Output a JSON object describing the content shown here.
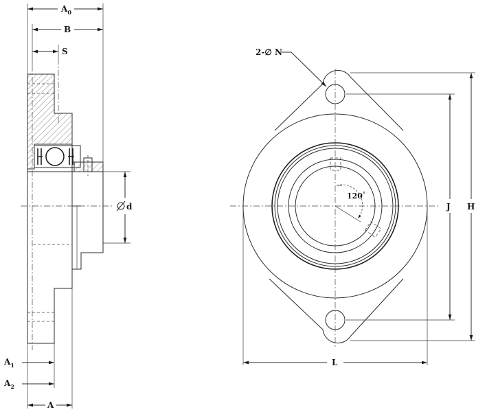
{
  "labels": {
    "A0_main": "A",
    "A0_sub": "0",
    "B": "B",
    "S": "S",
    "A1_main": "A",
    "A1_sub": "1",
    "A2_main": "A",
    "A2_sub": "2",
    "A": "A",
    "d": "d",
    "N": "2-∅ N",
    "angle": "120",
    "angle_unit": "°",
    "J": "J",
    "H": "H",
    "L": "L"
  }
}
